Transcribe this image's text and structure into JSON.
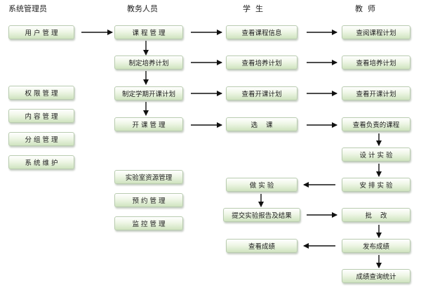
{
  "headers": {
    "admin": "系统管理员",
    "academic": "教务人员",
    "student": "学  生",
    "teacher": "教  师"
  },
  "nodes": {
    "user_mgmt": "用 户 管 理",
    "perm_mgmt": "权 限 管 理",
    "content_mgmt": "内 容 管 理",
    "group_mgmt": "分 组 管 理",
    "sys_maint": "系 统 维 护",
    "course_mgmt": "课 程 管 理",
    "make_plan": "制定培养计划",
    "make_semester_plan": "制定学期开课计划",
    "open_course": "开 课 管 理",
    "lab_resource": "实验室资源管理",
    "booking_mgmt": "预 约 管 理",
    "monitor_mgmt": "监 控 管 理",
    "stu_view_course": "查看课程信息",
    "stu_view_plan": "查看培养计划",
    "stu_view_open": "查看开课计划",
    "stu_select": "选    课",
    "stu_do_exp": "做 实 验",
    "stu_submit": "提交实验报告及结果",
    "stu_view_grade": "查看成绩",
    "tch_view_course": "查阅课程计划",
    "tch_view_plan": "查看培养计划",
    "tch_view_open": "查看开课计划",
    "tch_view_resp": "查看负责的课程",
    "tch_design": "设 计 实 验",
    "tch_arrange": "安 排 实 验",
    "tch_grade": "批    改",
    "tch_publish": "发布成绩",
    "tch_stats": "成绩查询统计"
  }
}
